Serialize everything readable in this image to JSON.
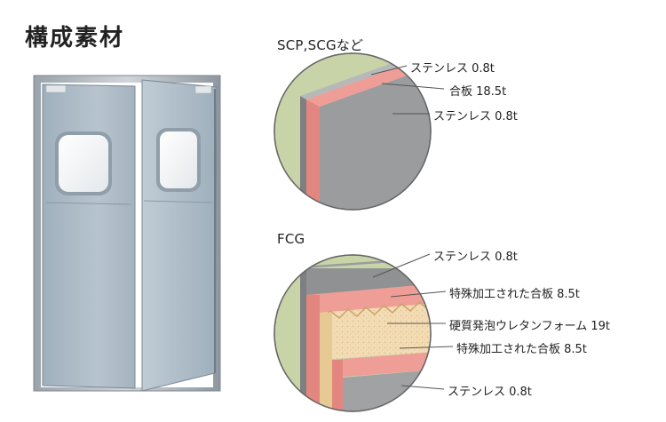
{
  "title": "構成素材",
  "door_illustration": {
    "description_icon": "double-swing-door-illustration"
  },
  "sections": [
    {
      "heading": "SCP,SCGなど",
      "layers": [
        {
          "label": "ステンレス 0.8t"
        },
        {
          "label": "合板 18.5t"
        },
        {
          "label": "ステンレス 0.8t"
        }
      ]
    },
    {
      "heading": "FCG",
      "layers": [
        {
          "label": "ステンレス 0.8t"
        },
        {
          "label": "特殊加工された合板 8.5t"
        },
        {
          "label": "硬質発泡ウレタンフォーム 19t"
        },
        {
          "label": "特殊加工された合板 8.5t"
        },
        {
          "label": "ステンレス 0.8t"
        }
      ]
    }
  ],
  "colors": {
    "stainless": "#8c8e90",
    "plywood": "#e8928a",
    "foam": "#f0d6a8",
    "frame": "#b8c0c8",
    "door_panel": "#a9b5bf"
  }
}
